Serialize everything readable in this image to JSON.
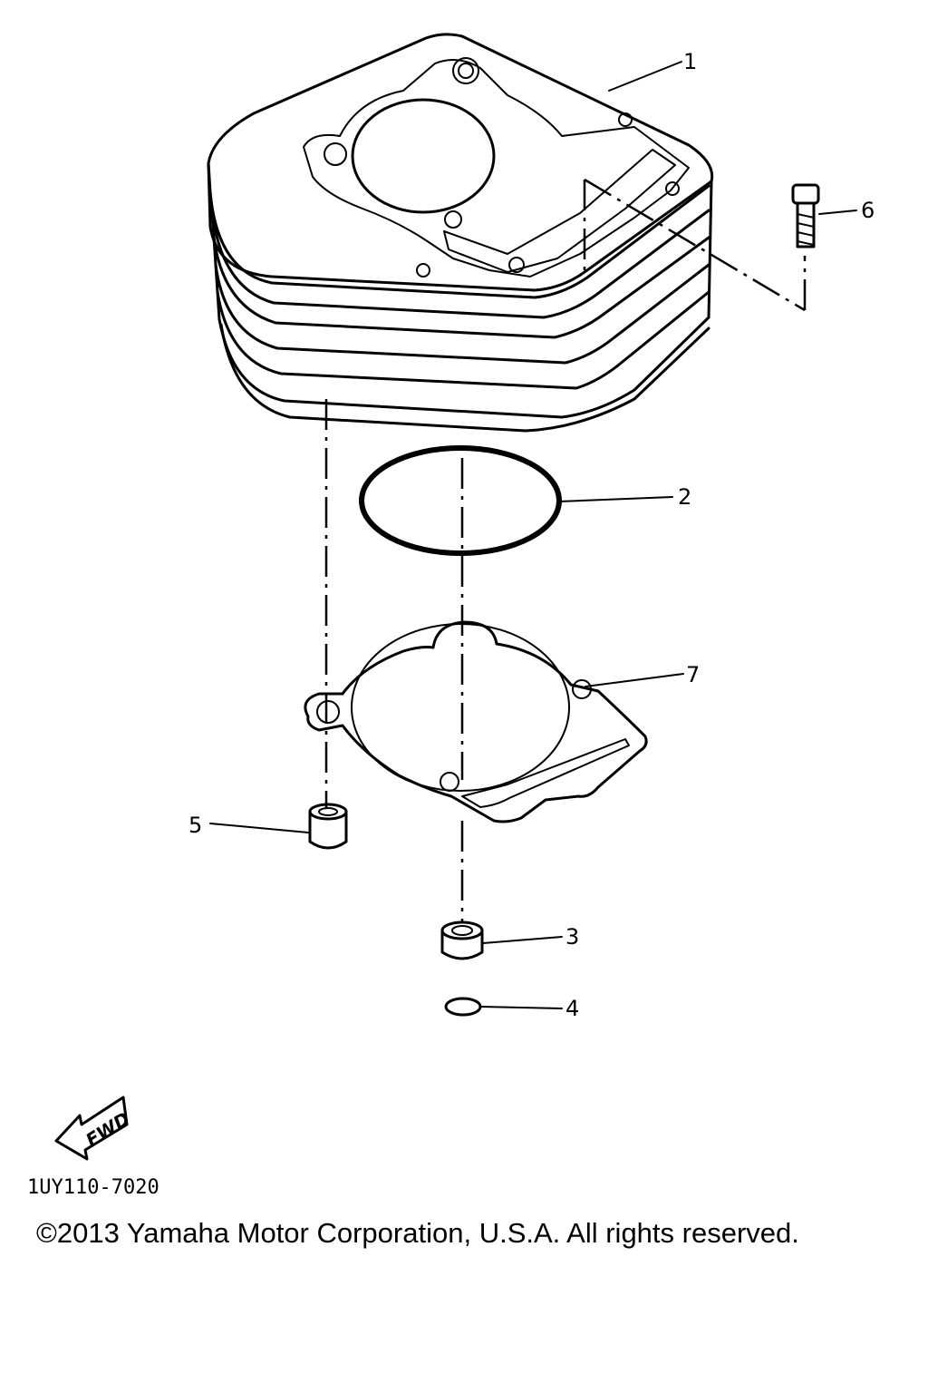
{
  "callouts": [
    {
      "id": "1",
      "label": "1"
    },
    {
      "id": "2",
      "label": "2"
    },
    {
      "id": "3",
      "label": "3"
    },
    {
      "id": "4",
      "label": "4"
    },
    {
      "id": "5",
      "label": "5"
    },
    {
      "id": "6",
      "label": "6"
    },
    {
      "id": "7",
      "label": "7"
    }
  ],
  "fwd_label": "FWD",
  "figure_code": "1UY110-7020",
  "copyright": "©2013 Yamaha Motor Corporation, U.S.A. All rights reserved."
}
